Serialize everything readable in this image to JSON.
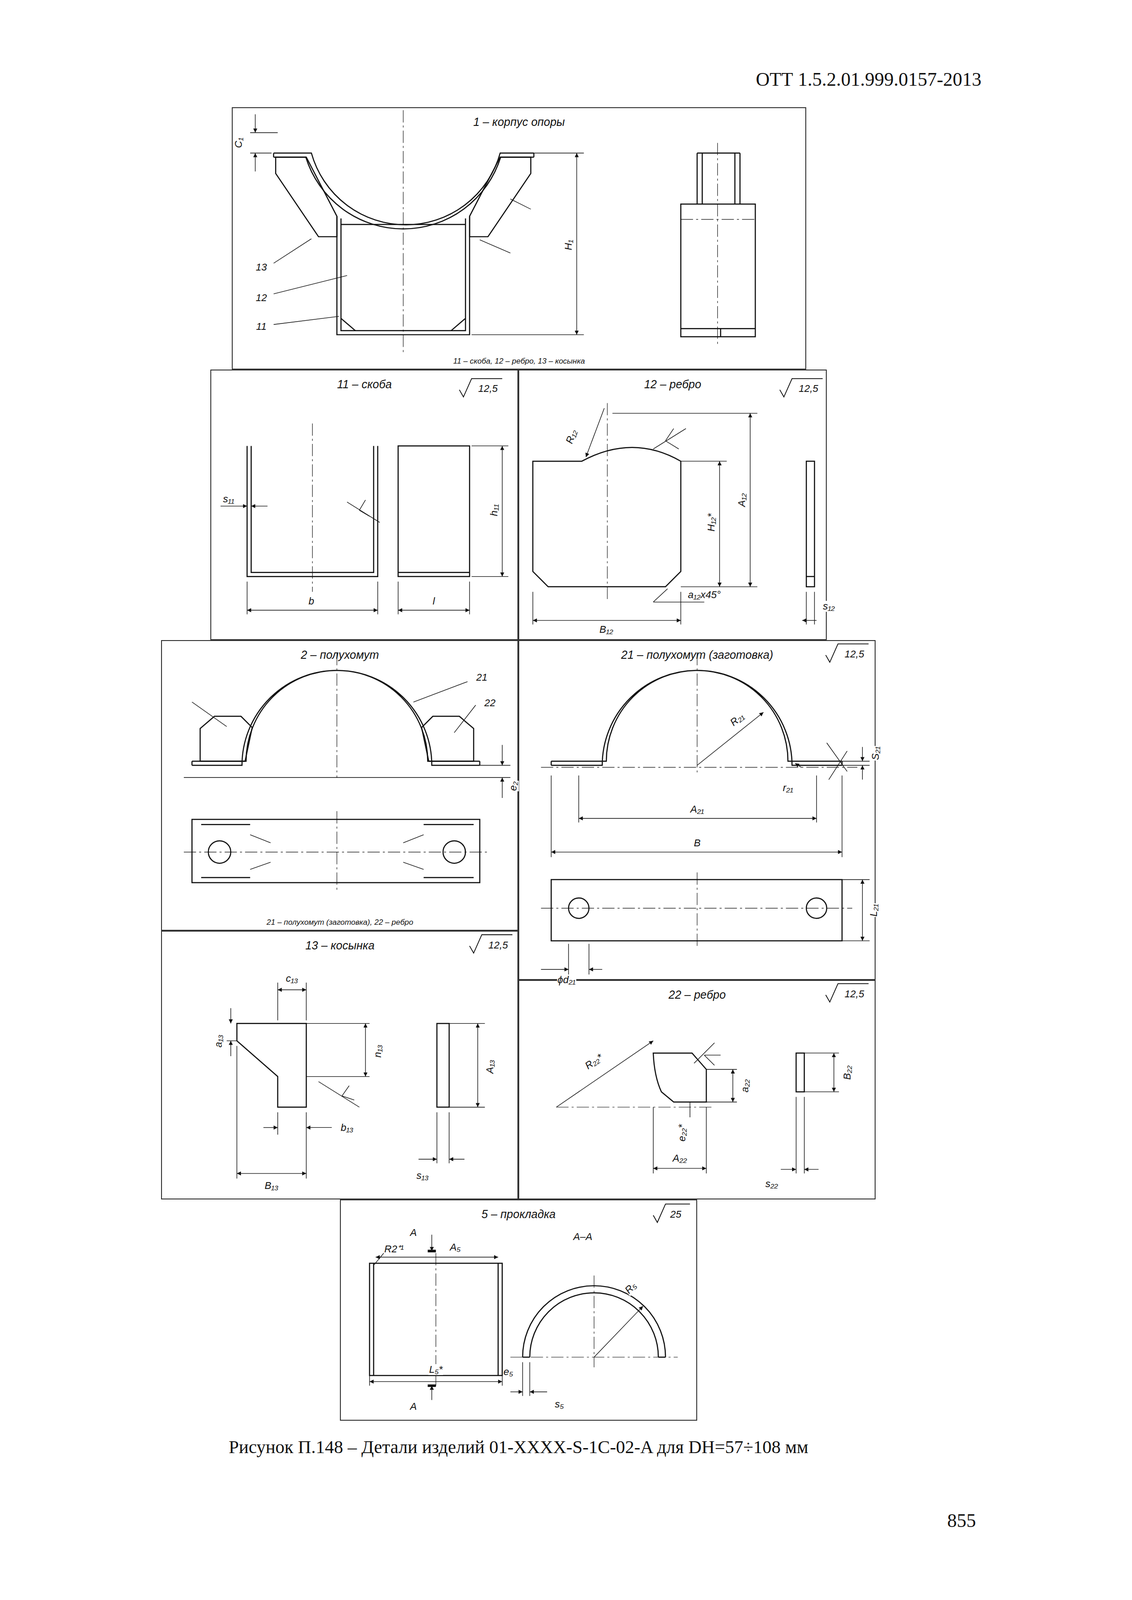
{
  "diagram": {
    "caption": "Рисунок П.148 – Детали изделий 01-XXXX-S-1C-02-A для DН=57÷108 мм",
    "nodes": [
      {
        "text": [
          "1 – корпус опоры",
          "11 – скоба, 12 – ребро, 13 – косынка"
        ]
      },
      {
        "text": [
          "11 – скоба"
        ]
      },
      {
        "text": [
          "12 – ребро"
        ]
      },
      {
        "text": [
          "2 – полухомут",
          "21 – полухомут (заготовка), 22 – ребро"
        ]
      },
      {
        "text": [
          "21 – полухомут (заготовка)"
        ]
      },
      {
        "text": [
          "13 – косынка"
        ]
      },
      {
        "text": [
          "22 – ребро"
        ]
      },
      {
        "text": [
          "5 – прокладка"
        ]
      }
    ],
    "labels": [
      "ОТТ 1.5.2.01.999.0157-2013",
      "C₁",
      "H₁",
      "13",
      "12",
      "11",
      "12,5",
      "s₁₁",
      "h₁₁",
      "b",
      "l",
      "12,5",
      "R₁₂",
      "A₁₂",
      "H₁₂*",
      "a₁₂x45°",
      "B₁₂",
      "s₁₂",
      "21",
      "22",
      "e₂",
      "12,5",
      "R₂₁",
      "S₂₁",
      "r₂₁",
      "A₂₁",
      "B",
      "L₂₁",
      "ϕd₂₁",
      "12,5",
      "c₁₃",
      "a₁₃",
      "n₁₃",
      "A₁₃",
      "b₁₃",
      "B₁₃",
      "s₁₃",
      "12,5",
      "R₂₂*",
      "e₂₂*",
      "a₂₂",
      "A₂₂",
      "B₂₂",
      "s₂₂",
      "25",
      "A",
      "A₅",
      "R2⁺¹",
      "L₅*",
      "A",
      "А–А",
      "R₅",
      "e₅",
      "s₅",
      "855"
    ]
  }
}
